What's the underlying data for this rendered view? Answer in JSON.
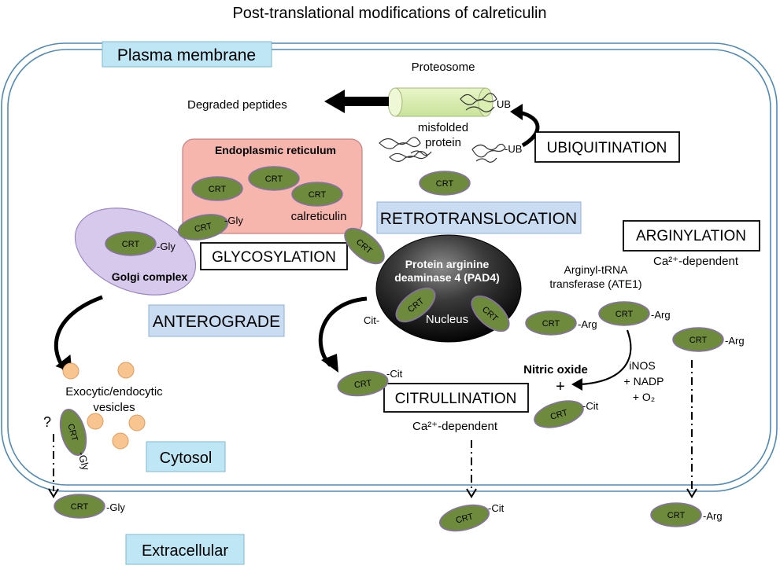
{
  "title": "Post-translational modifications of calreticulin",
  "crt_label": "CRT",
  "colors": {
    "crt_fill": "#6e8b3d",
    "crt_stroke": "#8a6fae",
    "er_fill": "#f6b6ad",
    "golgi_fill": "#d7c9ec",
    "blue_box": "#bfe6f4",
    "process_box": "#c9dcf2",
    "membrane": "#4e89b8",
    "vesicle": "#f8c590"
  },
  "labels": {
    "plasma_membrane": "Plasma membrane",
    "extracellular": "Extracellular",
    "cytosol": "Cytosol",
    "proteosome": "Proteosome",
    "degraded_peptides": "Degraded peptides",
    "misfolded_line1": "misfolded",
    "misfolded_line2": "protein",
    "ub": "UB",
    "ub_dash": "-UB",
    "ubiquitination": "UBIQUITINATION",
    "er": "Endoplasmic reticulum",
    "calreticulin": "calreticulin",
    "retrotranslocation": "RETROTRANSLOCATION",
    "arginylation": "ARGINYLATION",
    "ca_dependent": "Ca²⁺-dependent",
    "glycosylation": "GLYCOSYLATION",
    "golgi": "Golgi complex",
    "anterograde": "ANTEROGRADE",
    "pad4_line1": "Protein arginine",
    "pad4_line2": "deaminase 4 (PAD4)",
    "nucleus": "Nucleus",
    "ate1_line1": "Arginyl-tRNA",
    "ate1_line2": "transferase (ATE1)",
    "citrullination": "CITRULLINATION",
    "nitric_oxide": "Nitric oxide",
    "plus": "+",
    "inos": "iNOS",
    "nadp": "+ NADP",
    "o2": "+ O₂",
    "vesicles_line1": "Exocytic/endocytic",
    "vesicles_line2": "vesicles",
    "question": "?",
    "gly": "-Gly",
    "arg": "-Arg",
    "cit": "-Cit",
    "cit_left": "Cit-"
  }
}
